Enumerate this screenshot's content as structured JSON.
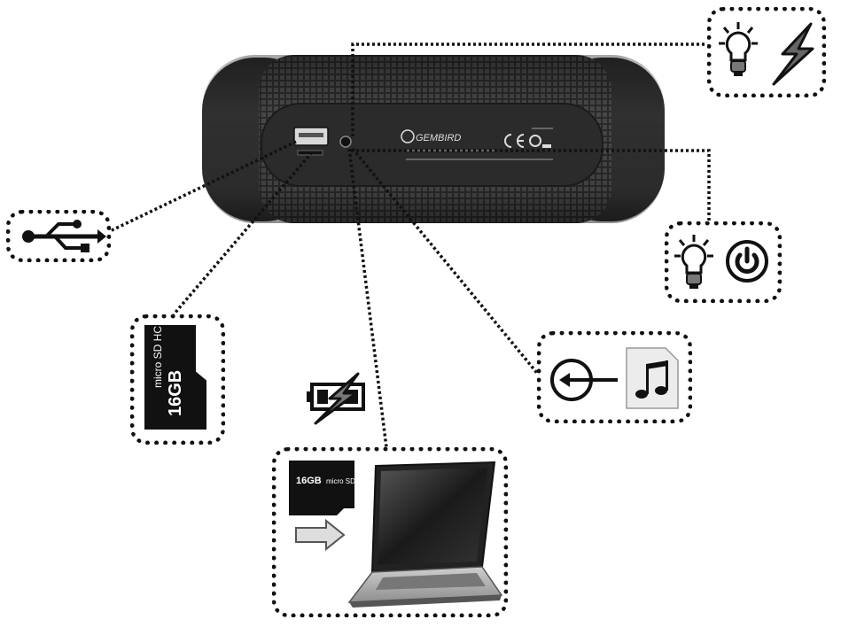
{
  "speaker": {
    "brand": "GEMBIRD",
    "ports": [
      "usb-port",
      "microsd-slot",
      "aux-input",
      "charge-led",
      "power-led"
    ]
  },
  "callouts": {
    "usb": {
      "icon": "usb-icon"
    },
    "microsd": {
      "icon": "microsd-card-icon",
      "card_capacity": "16GB",
      "card_brand": "micro SD HC"
    },
    "charging": {
      "icons": [
        "bulb-icon",
        "lightning-icon"
      ]
    },
    "power": {
      "icons": [
        "bulb-icon",
        "power-icon"
      ]
    },
    "aux": {
      "icons": [
        "line-in-icon",
        "music-note-icon"
      ]
    },
    "battery": {
      "icon": "battery-charging-icon"
    },
    "laptop": {
      "icons": [
        "microsd-card-icon",
        "arrow-right-icon",
        "laptop-icon"
      ],
      "card_capacity": "16GB",
      "card_brand": "micro SD HC"
    }
  },
  "colors": {
    "ink": "#111111",
    "speaker_body": "#3a3a3a",
    "speaker_dark": "#1d1d1d",
    "panel": "#2c2c2c"
  }
}
